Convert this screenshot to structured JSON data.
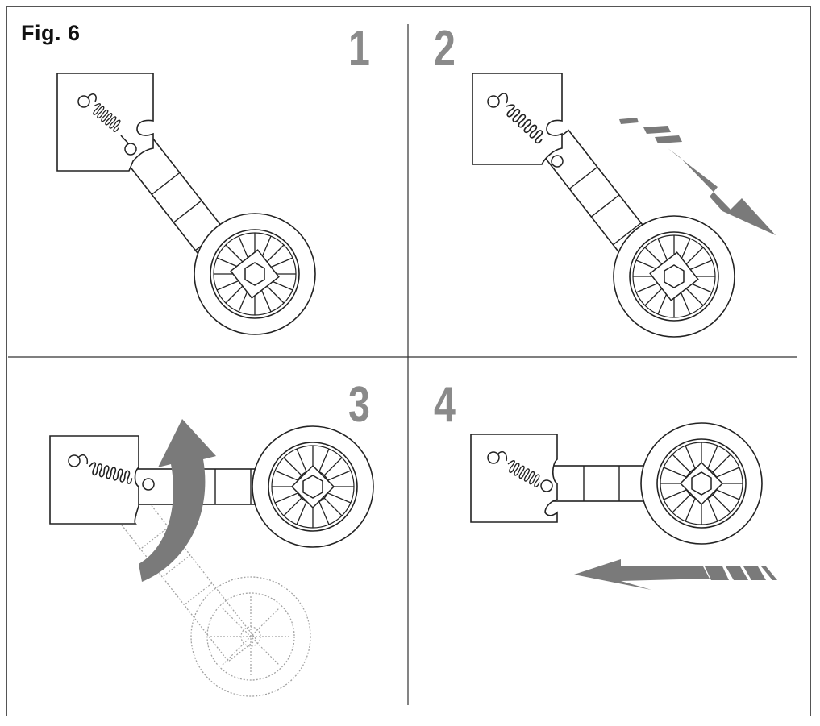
{
  "figure": {
    "label": "Fig. 6"
  },
  "steps": [
    {
      "number": "1"
    },
    {
      "number": "2"
    },
    {
      "number": "3"
    },
    {
      "number": "4"
    }
  ],
  "colors": {
    "line": "#222222",
    "arrow": "#7a7a7a",
    "number": "#8a8a8a",
    "ghost": "#888888"
  }
}
